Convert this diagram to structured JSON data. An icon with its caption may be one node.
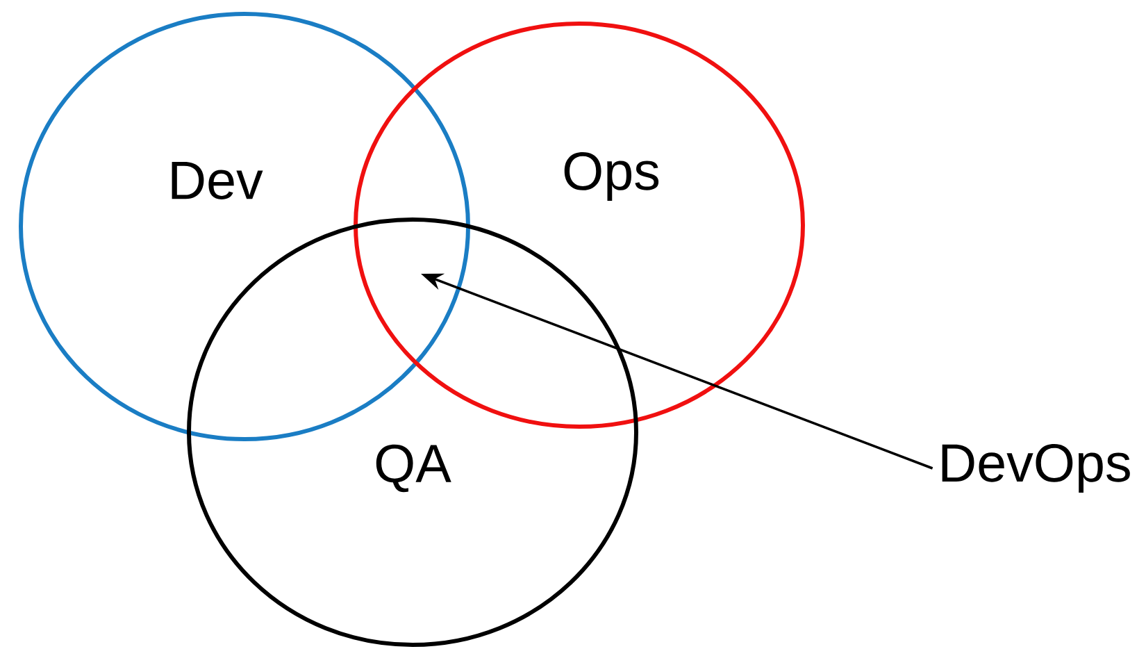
{
  "diagram": {
    "nodes": [
      {
        "text": [
          "Dev"
        ]
      },
      {
        "text": [
          "Ops"
        ]
      },
      {
        "text": [
          "QA"
        ]
      },
      {
        "text": [
          "DevOps"
        ]
      }
    ],
    "edges": [
      {
        "from": 3,
        "to": 1,
        "arrow": "to"
      }
    ]
  }
}
